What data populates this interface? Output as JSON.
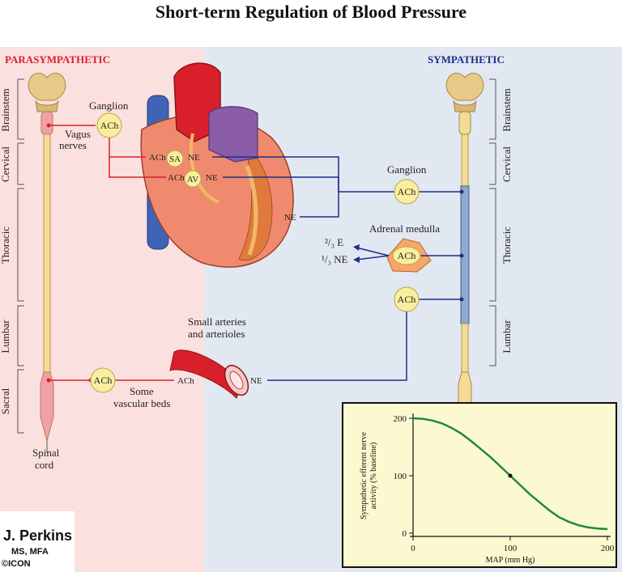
{
  "title": "Short-term Regulation of Blood Pressure",
  "headers": {
    "parasympathetic": "PARASYMPATHETIC",
    "sympathetic": "SYMPATHETIC"
  },
  "colors": {
    "parasympathetic": "#d8202a",
    "sympathetic": "#1e2d8c",
    "left_bg": "#fbe0e0",
    "right_bg": "#e1e8f1",
    "curve": "#1f8a3a",
    "chart_bg": "#fcf9d0"
  },
  "segments_left": [
    "Brainstem",
    "Cervical",
    "Thoracic",
    "Lumbar",
    "Sacral"
  ],
  "segments_right": [
    "Brainstem",
    "Cervical",
    "Thoracic",
    "Lumbar"
  ],
  "labels": {
    "ganglion": "Ganglion",
    "vagus_line1": "Vagus",
    "vagus_line2": "nerves",
    "ach": "ACh",
    "sa": "SA",
    "av": "AV",
    "ne": "NE",
    "ganglion_right": "Ganglion",
    "adrenal": "Adrenal medulla",
    "two_thirds_e": "²/₃ E",
    "one_third_ne": "¹/₃ NE",
    "small_arteries_line1": "Small arteries",
    "small_arteries_line2": "and arterioles",
    "some_line1": "Some",
    "some_line2": "vascular beds",
    "spinal_line1": "Spinal",
    "spinal_line2": "cord"
  },
  "credit": {
    "name": "J. Perkins",
    "degrees": "MS, MFA",
    "logo": "©ICON"
  },
  "chart_data": {
    "type": "line",
    "title": "",
    "xlabel": "MAP (mm Hg)",
    "ylabel": "Sympathetic efferent nerve activity (% baseline)",
    "xlim": [
      0,
      200
    ],
    "ylim": [
      0,
      200
    ],
    "xticks": [
      0,
      100,
      200
    ],
    "yticks": [
      0,
      100,
      200
    ],
    "x": [
      0,
      10,
      20,
      30,
      40,
      50,
      60,
      70,
      80,
      90,
      100,
      110,
      120,
      130,
      140,
      150,
      160,
      170,
      180,
      190,
      200
    ],
    "y": [
      200,
      199,
      196,
      191,
      183,
      173,
      160,
      146,
      132,
      116,
      100,
      84,
      68,
      54,
      40,
      28,
      20,
      14,
      10,
      8,
      7
    ],
    "marker": {
      "x": 100,
      "y": 100
    },
    "grid": false
  }
}
